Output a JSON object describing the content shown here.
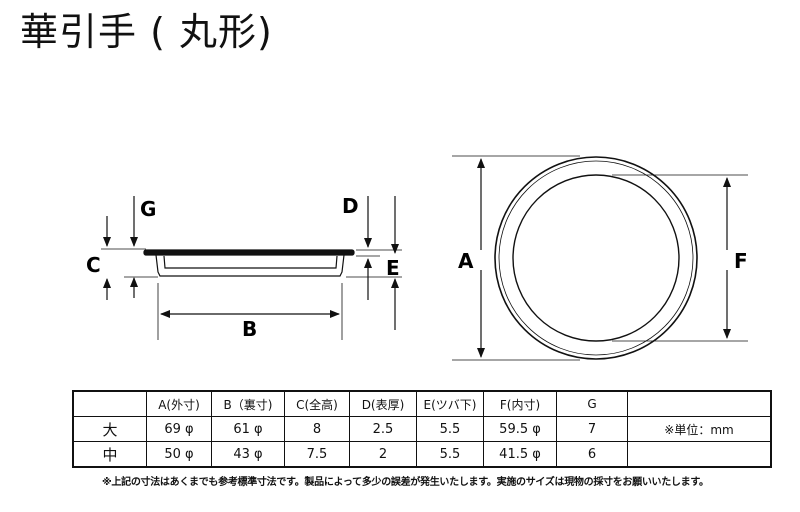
{
  "title": "華引手 ( 丸形)",
  "side_view": {
    "labels": {
      "G": "G",
      "C": "C",
      "B": "B",
      "D": "D",
      "E": "E"
    }
  },
  "top_view": {
    "labels": {
      "A": "A",
      "F": "F"
    }
  },
  "table": {
    "headers": [
      "",
      "A(外寸)",
      "B（裏寸)",
      "C(全高)",
      "D(表厚)",
      "E(ツバ下)",
      "F(内寸)",
      "G",
      ""
    ],
    "rows": [
      {
        "size": "大",
        "A": "69 φ",
        "B": "61 φ",
        "C": "8",
        "D": "2.5",
        "E": "5.5",
        "F": "59.5 φ",
        "G": "7",
        "unit": "※単位：mm"
      },
      {
        "size": "中",
        "A": "50 φ",
        "B": "43 φ",
        "C": "7.5",
        "D": "2",
        "E": "5.5",
        "F": "41.5 φ",
        "G": "6",
        "unit": ""
      }
    ]
  },
  "note": "※上記の寸法はあくまでも参考標準寸法です。製品によって多少の誤差が発生いたします。実施のサイズは現物の採寸をお願いいたします。"
}
